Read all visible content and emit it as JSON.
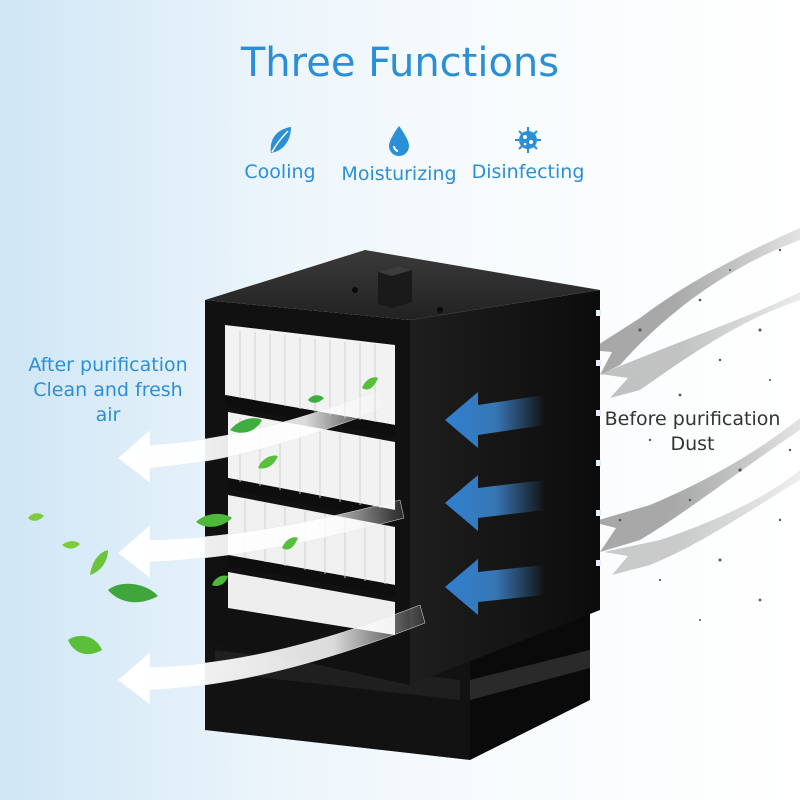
{
  "title": "Three Functions",
  "functions": [
    {
      "label": "Cooling",
      "icon": "leaf-icon"
    },
    {
      "label": "Moisturizing",
      "icon": "water-drop-icon"
    },
    {
      "label": "Disinfecting",
      "icon": "virus-icon"
    }
  ],
  "after": {
    "line1": "After purification",
    "line2": "Clean and fresh air"
  },
  "before": {
    "line1": "Before purification",
    "line2": "Dust"
  },
  "colors": {
    "accent": "#2b8fd8",
    "unit_body": "#141414",
    "filter": "#f2f2f2",
    "intake_arrow": "#3f8fdc"
  }
}
